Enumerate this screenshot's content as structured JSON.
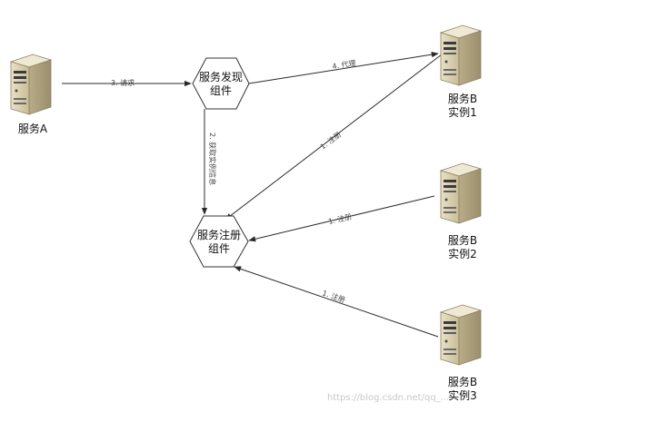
{
  "nodes": {
    "service_a": {
      "label": "服务A"
    },
    "discovery": {
      "line1": "服务发现",
      "line2": "组件"
    },
    "registry": {
      "line1": "服务注册",
      "line2": "组件"
    },
    "instance1": {
      "line1": "服务B",
      "line2": "实例1"
    },
    "instance2": {
      "line1": "服务B",
      "line2": "实例2"
    },
    "instance3": {
      "line1": "服务B",
      "line2": "实例3"
    }
  },
  "edges": {
    "request": "3. 请求",
    "proxy": "4. 代理",
    "fetch_list": "2. 获取实例信息",
    "register1": "1. 注册",
    "register2": "1. 注册",
    "register3": "1. 注册"
  },
  "watermark": "https://blog.csdn.net/qq_...",
  "colors": {
    "line": "#2b2b2b",
    "server_body": "#d9cfae",
    "server_dark": "#8a7f62",
    "hexagon_stroke": "#333333"
  }
}
